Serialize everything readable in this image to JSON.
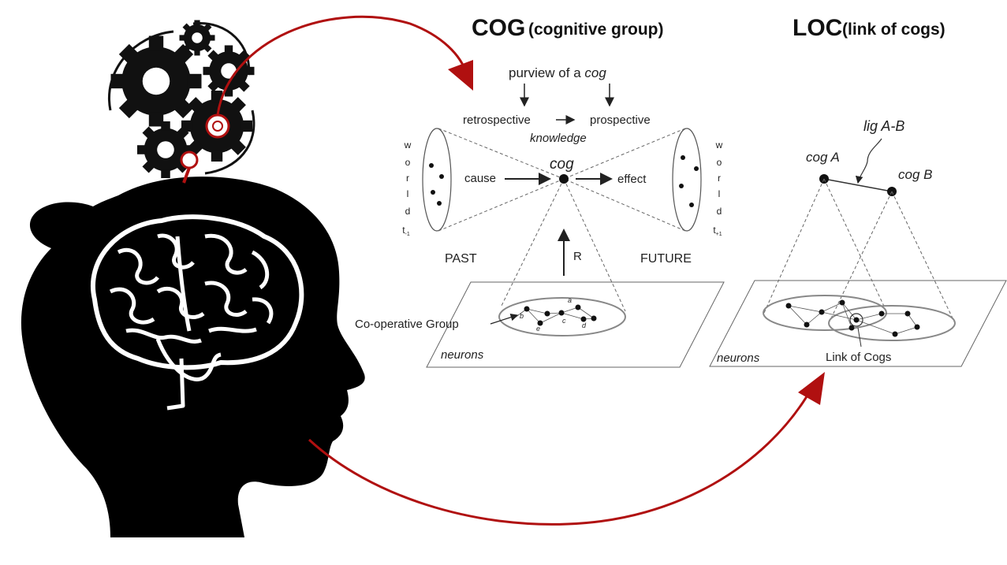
{
  "cog_panel": {
    "title": "COG",
    "subtitle": "(cognitive group)",
    "purview": "purview of a cog",
    "purview_prefix": "purview of a ",
    "purview_italic": "cog",
    "retrospective": "retrospective",
    "arrow": "→",
    "prospective": "prospective",
    "knowledge": "knowledge",
    "world_left": [
      "w",
      "o",
      "r",
      "l",
      "d",
      "t"
    ],
    "world_left_sub": "-1",
    "world_right": [
      "w",
      "o",
      "r",
      "l",
      "d",
      "t"
    ],
    "world_right_sub": "+1",
    "cause": "cause",
    "cog_label": "cog",
    "effect": "effect",
    "past": "PAST",
    "r_label": "R",
    "future": "FUTURE",
    "coop_group": "Co-operative Group",
    "neuron_letters": [
      "a",
      "b",
      "c",
      "d",
      "e"
    ],
    "neurons": "neurons"
  },
  "loc_panel": {
    "title": "LOC",
    "subtitle": "(link of cogs)",
    "lig": "lig A-B",
    "cog_a": "cog A",
    "cog_b": "cog B",
    "neurons": "neurons",
    "link_of_cogs": "Link of Cogs"
  },
  "colors": {
    "arrow_red": "#b01010",
    "silhouette": "#000000",
    "line": "#444444"
  },
  "icons": [
    "head-silhouette-icon",
    "brain-icon",
    "gears-icon"
  ]
}
